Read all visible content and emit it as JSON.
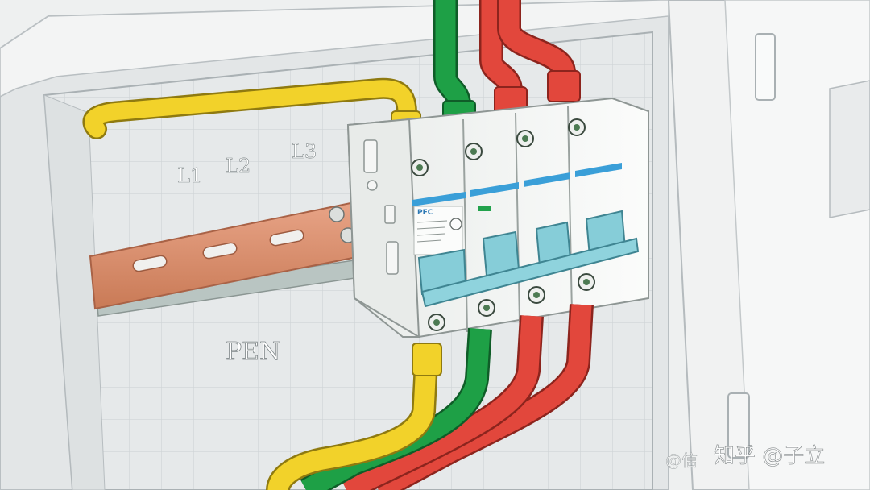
{
  "labels": {
    "l1": "L1",
    "l2": "L2",
    "l3": "L3",
    "pen": "PEN"
  },
  "breaker": {
    "brand": "PFC"
  },
  "watermark": {
    "site": "知乎 @子立",
    "prefix": "@信"
  },
  "colors": {
    "yellow_wire": "#f2d22a",
    "green_wire": "#1ea046",
    "red_wire": "#e2473c",
    "copper_bar": "#d98e6a",
    "breaker_body": "#f7f8f6",
    "toggle": "#86cdd8",
    "blue_stripe": "#3a9fd8"
  }
}
